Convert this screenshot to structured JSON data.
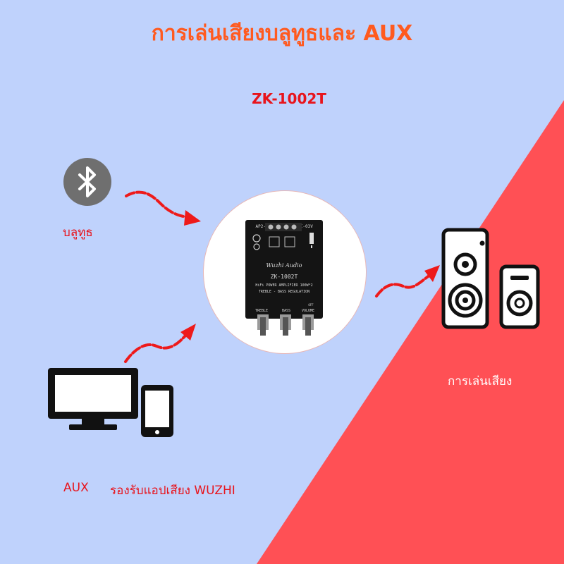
{
  "title": "การเล่นเสียงบลูทูธและ AUX",
  "model": "ZK-1002T",
  "colors": {
    "bg_blue": "#bfd2fc",
    "bg_red": "#ff5055",
    "title": "#ff5a1f",
    "accent": "#e8141c"
  },
  "sources": {
    "bluetooth": {
      "icon": "bluetooth-icon",
      "label": "บลูทูธ"
    },
    "aux": {
      "icon": "monitor-phone-icon",
      "label_aux": "AUX",
      "label_app": "รองรับแอปเสียง WUZHI"
    }
  },
  "output": {
    "icon": "speakers-icon",
    "label": "การเล่นเสียง"
  },
  "board": {
    "top_labels": [
      "AP2-EQ02",
      "NI-03V"
    ],
    "brand": "Wuzhi Audio",
    "model": "ZK-1002T",
    "line1": "HiFi POWER AMPLIFIER 100W*2",
    "line2": "TREBLE - BASS REGULATION",
    "knobs": [
      "TREBLE",
      "BASS",
      "VOLUME"
    ],
    "off_label": "OFF"
  }
}
